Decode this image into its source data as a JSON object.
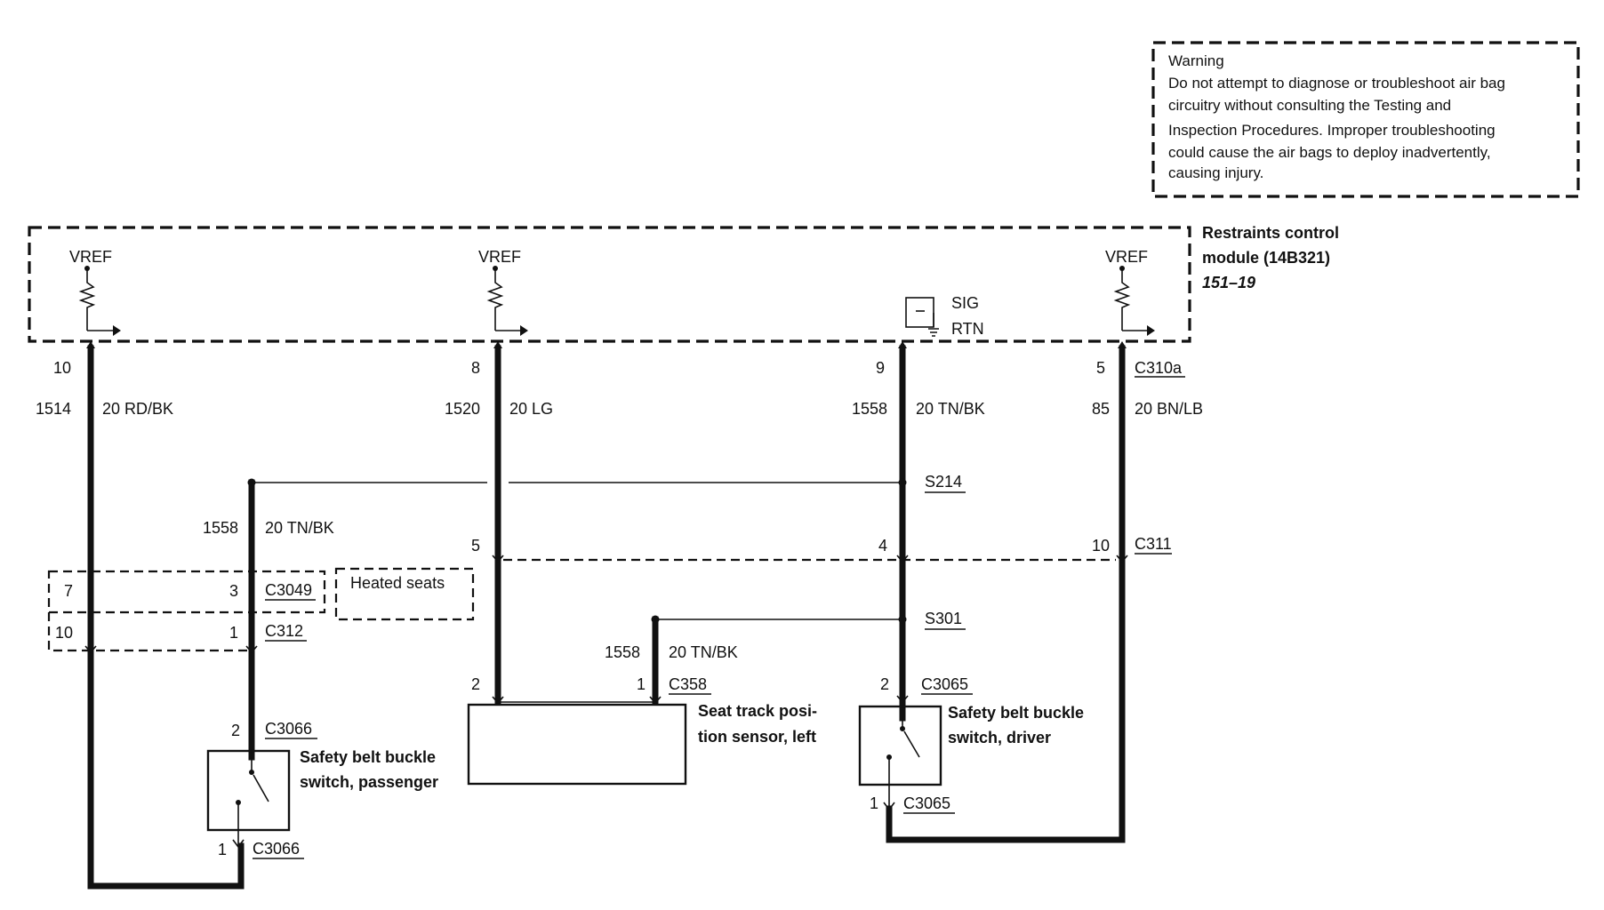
{
  "warning": {
    "lines": [
      "Warning",
      "Do not attempt to diagnose or troubleshoot air bag",
      "circuitry without consulting the Testing and",
      "Inspection Procedures. Improper troubleshooting",
      "could cause the air bags to deploy inadvertently,",
      "causing injury."
    ]
  },
  "module": {
    "name_line1": "Restraints control",
    "name_line2": "module (14B321)",
    "ref": "151–19",
    "vref": "VREF",
    "sig": "SIG",
    "rtn": "RTN"
  },
  "circuits": {
    "c1": {
      "pin": "10",
      "number": "1514",
      "gauge_color": "20 RD/BK"
    },
    "c2": {
      "pin": "8",
      "number": "1520",
      "gauge_color": "20 LG"
    },
    "c3": {
      "pin": "9",
      "number": "1558",
      "gauge_color": "20 TN/BK"
    },
    "c4": {
      "pin": "5",
      "number": "85",
      "gauge_color": "20 BN/LB",
      "connector": "C310a"
    },
    "branch_passenger": {
      "number": "1558",
      "gauge_color": "20 TN/BK"
    },
    "branch_seat": {
      "number": "1558",
      "gauge_color": "20 TN/BK"
    }
  },
  "splices": {
    "s214": "S214",
    "s301": "S301"
  },
  "connectors": {
    "c311": {
      "name": "C311",
      "pins": [
        "5",
        "4",
        "10"
      ]
    },
    "c3049": {
      "name": "C3049",
      "pins": [
        "7",
        "3"
      ]
    },
    "heated_seats": "Heated seats",
    "c312": {
      "name": "C312",
      "pins": [
        "10",
        "1"
      ]
    },
    "c358": {
      "name": "C358",
      "pins": [
        "2",
        "1"
      ]
    },
    "c3065_top": {
      "name": "C3065",
      "pin": "2"
    },
    "c3065_bottom": {
      "name": "C3065",
      "pin": "1"
    },
    "c3066_top": {
      "name": "C3066",
      "pin": "2"
    },
    "c3066_bottom": {
      "name": "C3066",
      "pin": "1"
    }
  },
  "components": {
    "passenger_switch": [
      "Safety belt buckle",
      "switch, passenger"
    ],
    "seat_sensor": [
      "Seat track posi-",
      "tion sensor, left"
    ],
    "driver_switch": [
      "Safety belt buckle",
      "switch, driver"
    ]
  }
}
